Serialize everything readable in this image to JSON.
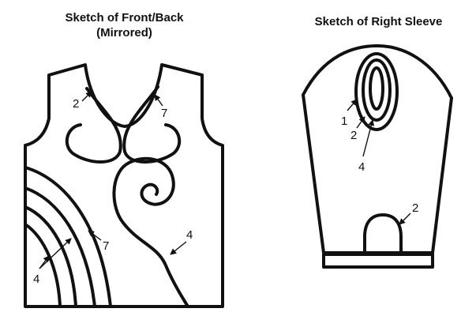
{
  "front": {
    "title_line1": "Sketch of Front/Back",
    "title_line2": "(Mirrored)",
    "labels": {
      "neck_left": "2",
      "neck_right": "7",
      "curve_right": "4",
      "arc_outer": "7",
      "arc_inner": "4"
    }
  },
  "sleeve": {
    "title": "Sketch of Right Sleeve",
    "labels": {
      "oval_1": "1",
      "oval_2": "2",
      "oval_4": "4",
      "cuff_arch": "2"
    }
  }
}
